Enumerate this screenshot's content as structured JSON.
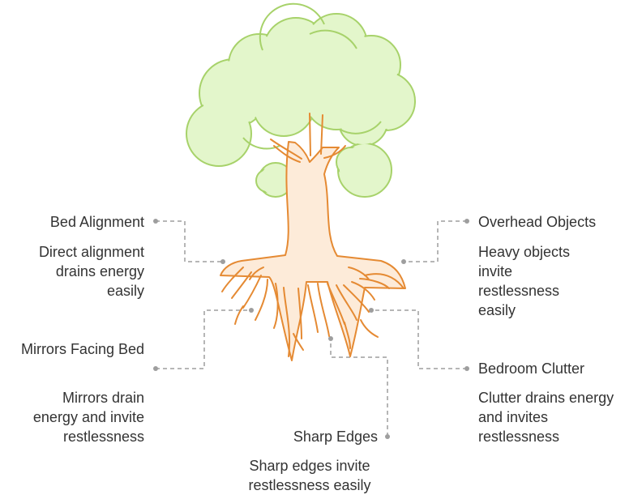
{
  "colors": {
    "foliage_fill": "#e3f6cb",
    "foliage_stroke": "#a7d26a",
    "trunk_fill": "#fdebd9",
    "trunk_stroke": "#e58a33",
    "connector": "#9e9e9e",
    "text": "#333333"
  },
  "items": {
    "bed_alignment": {
      "title": "Bed Alignment",
      "description": "Direct alignment drains energy easily"
    },
    "overhead_objects": {
      "title": "Overhead Objects",
      "description": "Heavy objects invite restlessness easily"
    },
    "mirrors_facing_bed": {
      "title": "Mirrors Facing Bed",
      "description": "Mirrors drain energy and invite restlessness"
    },
    "bedroom_clutter": {
      "title": "Bedroom Clutter",
      "description": "Clutter drains energy and invites restlessness"
    },
    "sharp_edges": {
      "title": "Sharp Edges",
      "description": "Sharp edges invite restlessness easily"
    }
  }
}
